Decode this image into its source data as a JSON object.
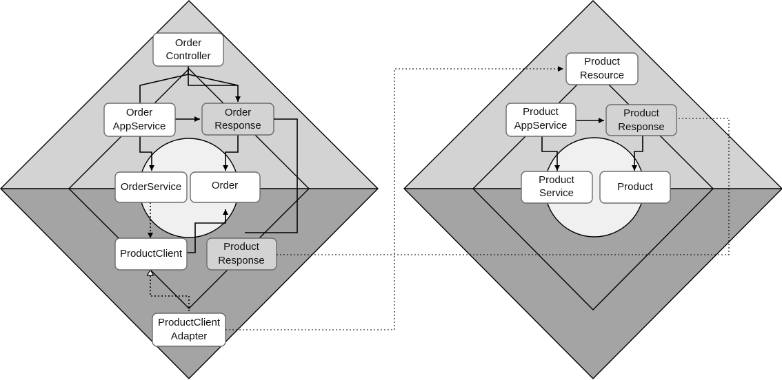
{
  "colors": {
    "upper_region": "#d3d3d3",
    "lower_region": "#a4a4a4",
    "core_circle": "#f0f0f0",
    "box_fill": "#ffffff",
    "box_highlight_fill": "#d3d3d3",
    "line": "#000000"
  },
  "order_context": {
    "nodes": {
      "order_controller": [
        "Order",
        "Controller"
      ],
      "order_app_service": [
        "Order",
        "AppService"
      ],
      "order_response": [
        "Order",
        "Response"
      ],
      "order_service": [
        "OrderService"
      ],
      "order": [
        "Order"
      ],
      "product_client": [
        "ProductClient"
      ],
      "product_response": [
        "Product",
        "Response"
      ],
      "product_client_adapter": [
        "ProductClient",
        "Adapter"
      ]
    }
  },
  "product_context": {
    "nodes": {
      "product_resource": [
        "Product",
        "Resource"
      ],
      "product_app_service": [
        "Product",
        "AppService"
      ],
      "product_response": [
        "Product",
        "Response"
      ],
      "product_service": [
        "Product",
        "Service"
      ],
      "product": [
        "Product"
      ]
    }
  }
}
